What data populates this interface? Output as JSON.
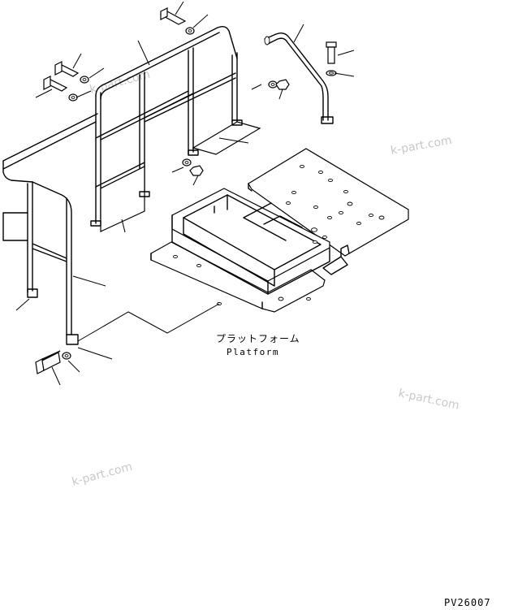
{
  "labels": {
    "platform_jp": "プラットフォーム",
    "platform_en": "Platform"
  },
  "figure_code": "PV26007",
  "watermarks": [
    "k-part.com",
    "k-part.com",
    "k-part.com",
    "k-part.com"
  ]
}
